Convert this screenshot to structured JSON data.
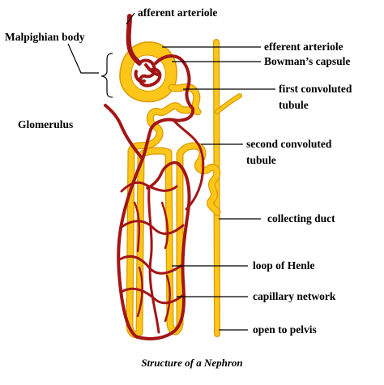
{
  "colors": {
    "tubule": "#FFC61A",
    "blood": "#A31515",
    "tubule_outline": "#D99A00",
    "leader_line": "#000000"
  },
  "labels": {
    "afferent_arteriole": "afferent arteriole",
    "malpighian_body": "Malpighian body",
    "glomerulus": "Glomerulus",
    "efferent_arteriole": "efferent arteriole",
    "bowmans_capsule": "Bowman’s capsule",
    "first_convoluted_1": "first convoluted",
    "first_convoluted_2": "tubule",
    "second_convoluted_1": "second convoluted",
    "second_convoluted_2": "tubule",
    "collecting_duct": "collecting duct",
    "loop_of_henle": "loop of Henle",
    "capillary_network": "capillary network",
    "open_to_pelvis": "open to pelvis"
  },
  "caption": "Structure of a Nephron"
}
